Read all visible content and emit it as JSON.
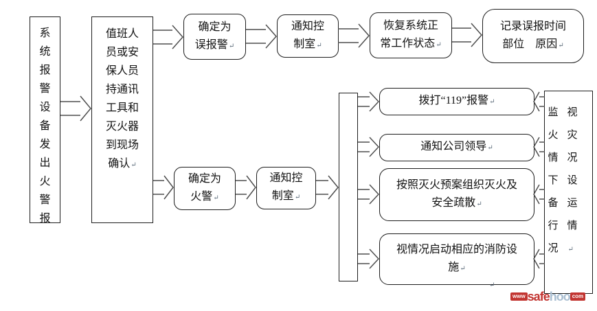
{
  "colors": {
    "background": "#ffffff",
    "box_border": "#1c1c1c",
    "arrow_stroke": "#4d4d4d",
    "watermark_red": "#c23531",
    "watermark_blue": "#a9bed1"
  },
  "flow": {
    "start": {
      "text": "系统报警设备发出火警报"
    },
    "confirm": {
      "text": "值班人员或安保人员持通讯工具和灭火器到现场确认",
      "mark": "↵"
    },
    "false_alarm": {
      "lines": [
        "确定为",
        "误报警"
      ],
      "mark": "↵"
    },
    "notify_control_top": {
      "lines": [
        "通知控",
        "制室"
      ],
      "mark": "↵"
    },
    "restore": {
      "lines": [
        "恢复系统正",
        "常工作状态"
      ],
      "mark": "↵"
    },
    "record": {
      "lines": [
        "记录误报时间",
        "部位　原因"
      ],
      "mark": "↵"
    },
    "fire_alarm": {
      "lines": [
        "确定为",
        "火警"
      ],
      "mark": "↵"
    },
    "notify_control_bottom": {
      "lines": [
        "通知控",
        "制室"
      ],
      "mark": "↵"
    },
    "call_119": {
      "lines": [
        "拨打“119”报警"
      ],
      "mark": "↵"
    },
    "notify_leaders": {
      "lines": [
        "通知公司领导"
      ],
      "mark": "↵"
    },
    "organize_firefighting": {
      "lines": [
        "按照灭火预案组织灭火及",
        "安全疏散"
      ],
      "mark": "↵"
    },
    "activate_facilities": {
      "lines": [
        "视情况启动相应的消防设",
        "施"
      ],
      "mark": "↵"
    },
    "monitor": {
      "text": "监视火灾情况下设备运行情况",
      "mark": "↵"
    },
    "stray_mark": "↵"
  },
  "watermark": {
    "www": "www",
    "safe": "safe",
    "hoo": "hoo",
    "com": "com"
  }
}
